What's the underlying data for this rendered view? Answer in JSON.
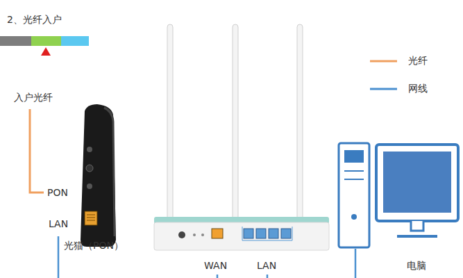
{
  "diagram": {
    "title": "2、光纤入户",
    "labels": [
      "入户光纤",
      "PON",
      "LAN",
      "光猫（PON）",
      "WAN",
      "LAN",
      "电脑"
    ],
    "legend": [
      {
        "text": "光纤"
      },
      {
        "text": "网线"
      }
    ]
  }
}
